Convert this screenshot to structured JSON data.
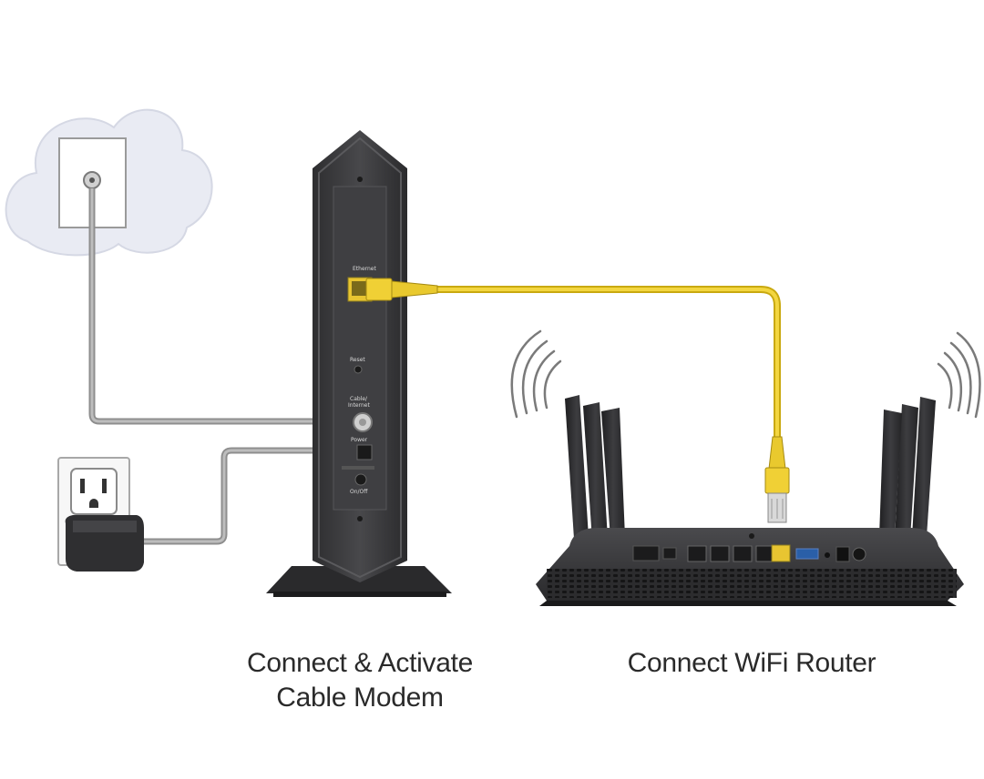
{
  "captions": {
    "modem_line1": "Connect & Activate",
    "modem_line2": "Cable Modem",
    "router": "Connect WiFi Router"
  },
  "modem_labels": {
    "ethernet": "Ethernet",
    "reset": "Reset",
    "cable_line1": "Cable/",
    "cable_line2": "Internet",
    "power": "Power",
    "onoff": "On/Off"
  },
  "colors": {
    "ethernet_cable": "#f2d23a",
    "coax_cable": "#a9a9a9",
    "device_body": "#3a3a3c",
    "cloud": "#e8eaf2"
  }
}
